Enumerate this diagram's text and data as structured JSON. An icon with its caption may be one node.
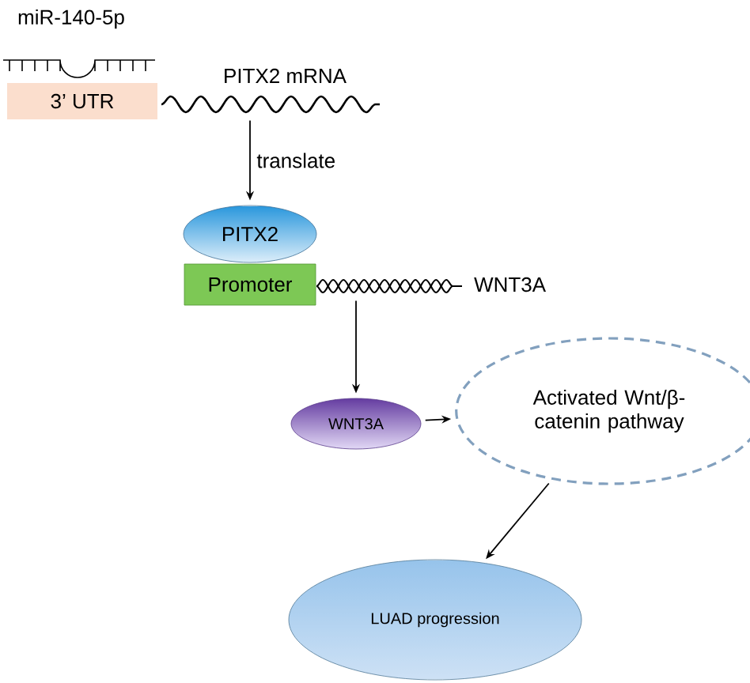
{
  "diagram": {
    "nodes": [
      {
        "text": [
          "3’ UTR"
        ]
      },
      {
        "text": [
          "PITX2 mRNA"
        ]
      },
      {
        "text": [
          "PITX2"
        ]
      },
      {
        "text": [
          "Promoter"
        ]
      },
      {
        "text": [
          "WNT3A"
        ]
      },
      {
        "text": [
          "WNT3A"
        ]
      },
      {
        "text": [
          "Activated Wnt/β-catenin pathway"
        ]
      },
      {
        "text": [
          "LUAD progression"
        ]
      }
    ],
    "edges": [
      {
        "from": 1,
        "to": 2,
        "arrow": "to",
        "label": "translate"
      },
      {
        "from": 4,
        "to": 5,
        "arrow": "to"
      },
      {
        "from": 5,
        "to": 6,
        "arrow": "to"
      },
      {
        "from": 6,
        "to": 7,
        "arrow": "to"
      }
    ],
    "labels": [
      "miR-140-5p"
    ]
  }
}
